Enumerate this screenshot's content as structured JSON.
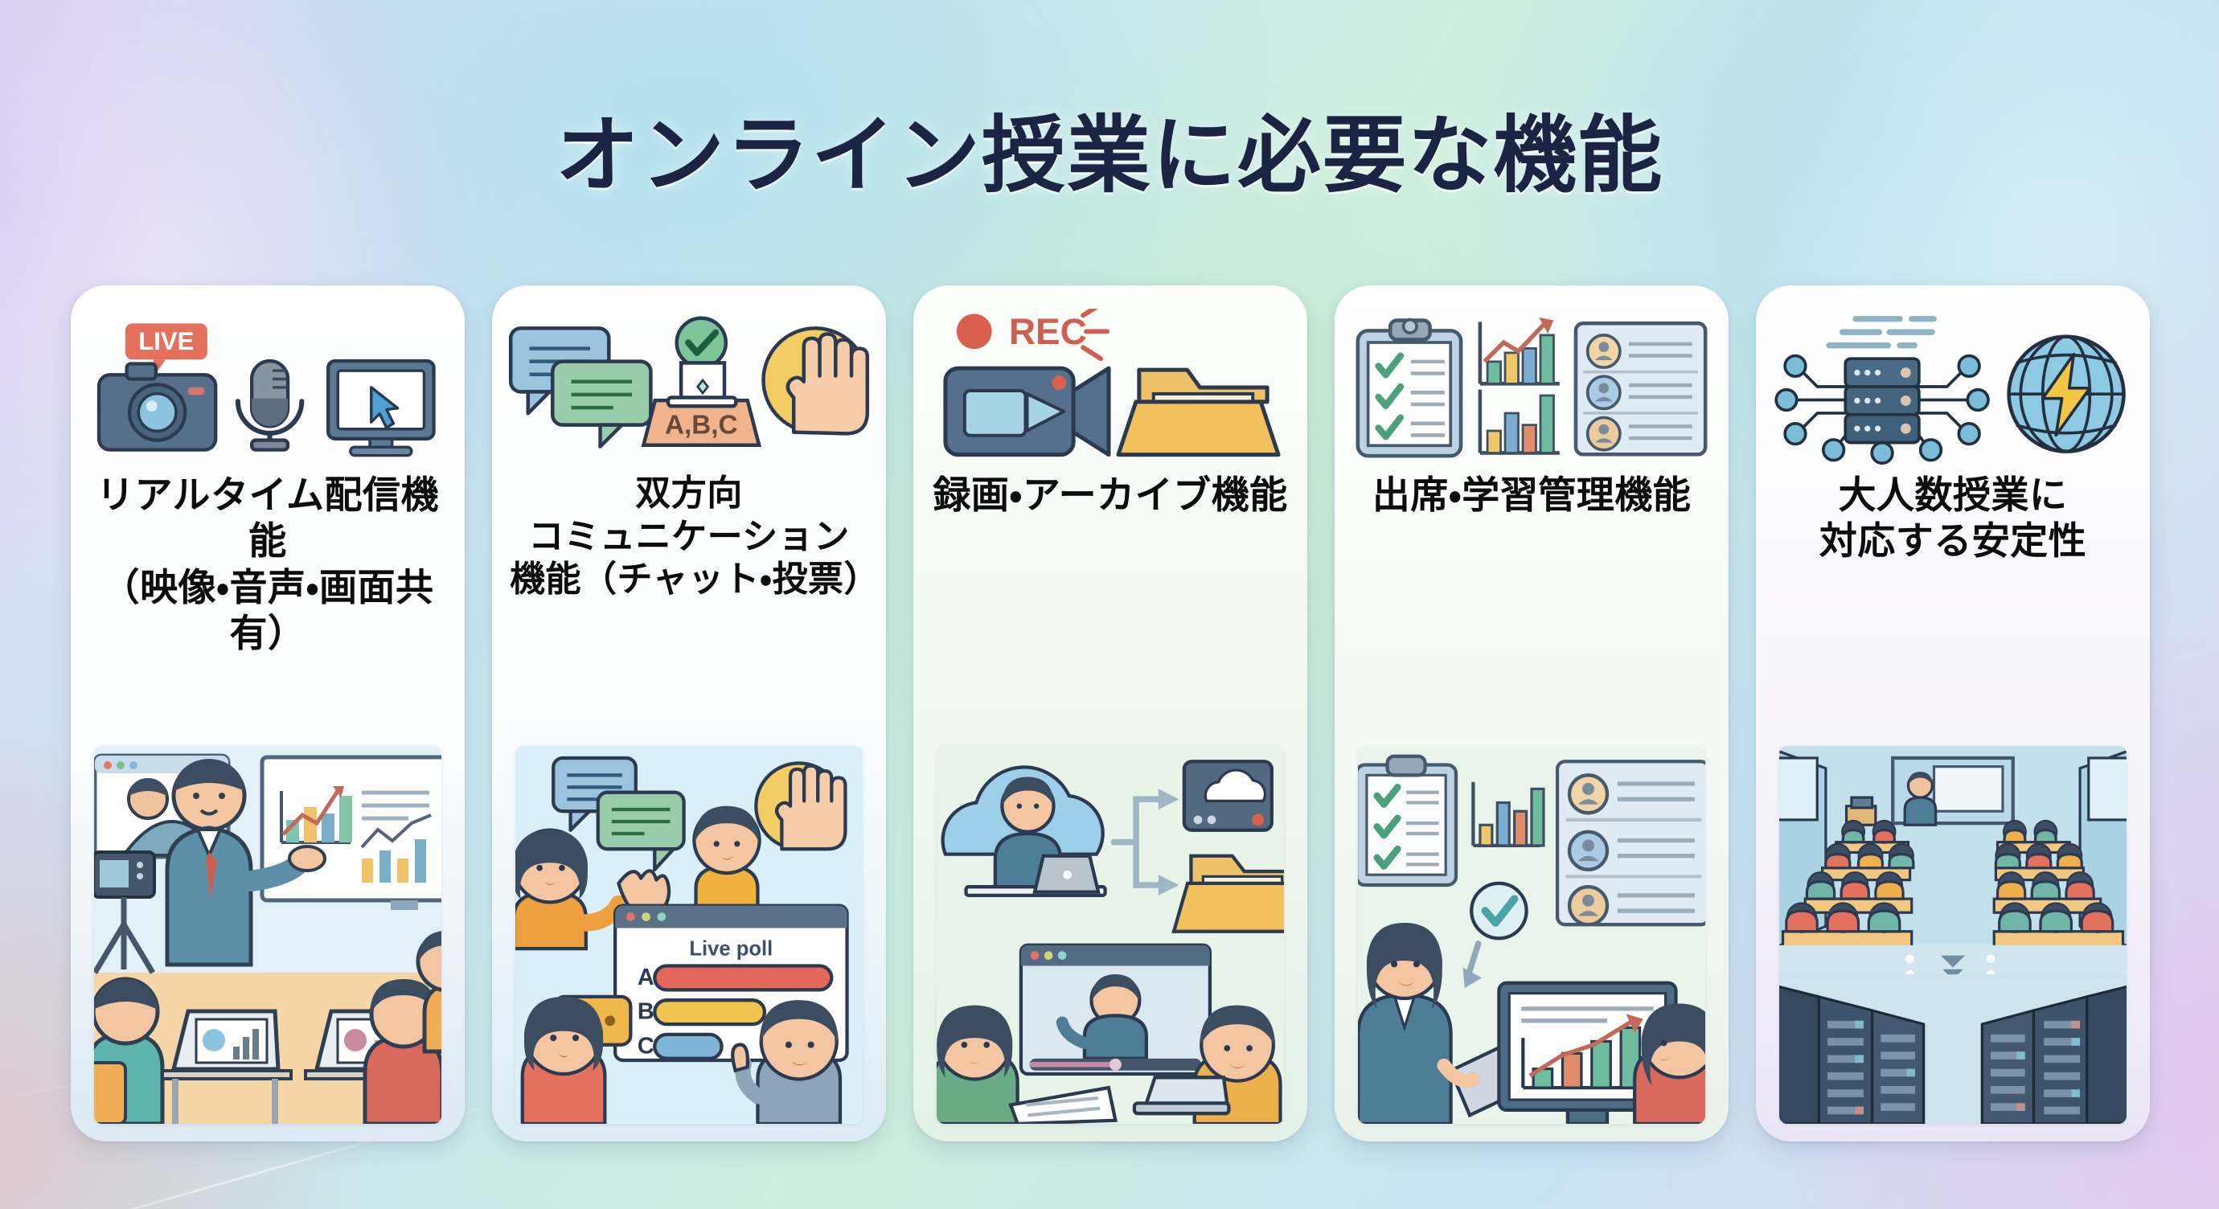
{
  "page": {
    "title": "オンライン授業に必要な機能",
    "background_colors": [
      "#dfd6f2",
      "#c8e6f2",
      "#cdeede",
      "#c6e4f2",
      "#e2d6f0"
    ],
    "title_color": "#1b2442"
  },
  "cards": [
    {
      "id": "realtime-streaming",
      "label_lines": [
        "リアルタイム配信機能",
        "（映像・音声・画面共有）"
      ],
      "icons": [
        "live-badge",
        "camera-icon",
        "microphone-icon",
        "monitor-cursor-icon"
      ],
      "badge_text": "LIVE",
      "badge_color": "#e4705e",
      "illustration": "classroom-lecture-with-tripod-camera-and-students-with-laptops",
      "card_tint": "#dde9f3"
    },
    {
      "id": "two-way-communication",
      "label_lines": [
        "双方向",
        "コミュニケーション",
        "機能（チャット・投票）"
      ],
      "icons": [
        "chat-bubbles-icon",
        "ballot-box-icon",
        "raised-hand-icon",
        "check-circle-icon"
      ],
      "ballot_text": "A,B,C",
      "illustration": "students-chatting-and-live-poll-window",
      "poll": {
        "title": "Live poll",
        "options": [
          "A",
          "B",
          "C"
        ],
        "bar_percents": [
          100,
          62,
          38
        ],
        "bar_colors": [
          "#e4675a",
          "#f0c44f",
          "#7fb5d6"
        ]
      },
      "card_tint": "#dcecf5"
    },
    {
      "id": "recording-archive",
      "label_lines": [
        "録画・アーカイブ機能"
      ],
      "icons": [
        "rec-dot-icon",
        "video-camera-icon",
        "folder-icon"
      ],
      "rec_text": "REC",
      "rec_color": "#cf5f4f",
      "illustration": "cloud-recording-to-storage-and-folder-with-playback-window",
      "card_tint": "#e3f1e6"
    },
    {
      "id": "attendance-learning-management",
      "label_lines": [
        "出席・学習管理機能"
      ],
      "icons": [
        "clipboard-checklist-icon",
        "bar-chart-icon",
        "roster-card-icon"
      ],
      "illustration": "teacher-with-tablet-roster-and-progress-dashboard",
      "card_tint": "#e9f2ea"
    },
    {
      "id": "large-class-stability",
      "label_lines": [
        "大人数授業に",
        "対応する安定性"
      ],
      "icons": [
        "server-network-icon",
        "globe-lightning-icon"
      ],
      "illustration": "large-lecture-hall-above-data-center-server-racks",
      "card_tint": "#eae6f6"
    }
  ]
}
